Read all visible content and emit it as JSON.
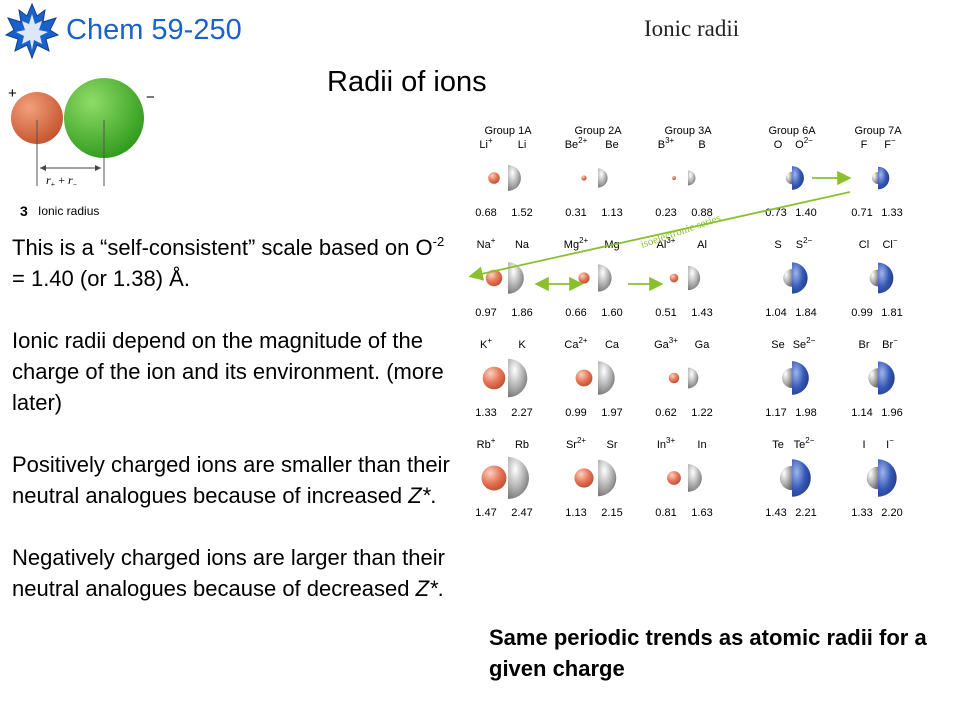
{
  "header": {
    "course": "Chem 59-250",
    "logo_icon": "maple-leaf-icon",
    "brand_color": "#1a62c9"
  },
  "image_title": "Ionic radii",
  "slide_title": "Radii of ions",
  "diagram": {
    "plus": "+",
    "minus": "−",
    "r_plus": "r",
    "r_plus_sub": "+",
    "plus_join": " + ",
    "r_minus": "r",
    "r_minus_sub": "−",
    "figure_number": "3",
    "caption": "Ionic radius",
    "cation_color": "#d5653a",
    "anion_color": "#4aae2e"
  },
  "body": {
    "p1_before": "This is a “self-consistent” scale based on O",
    "p1_sup": "-2",
    "p1_after": " = 1.40 (or 1.38) Å.",
    "p2": "Ionic radii depend on the magnitude of the charge of the ion and its environment. (more later)",
    "p3_before": "Positively charged ions are smaller than their neutral analogues because of increased ",
    "p3_italic": "Z*",
    "p3_after": ".",
    "p4_before": "Negatively charged ions are larger than their neutral analogues because of decreased ",
    "p4_italic": "Z*",
    "p4_after": "."
  },
  "figure": {
    "isoelectronic_label": "isoelectronic series",
    "colors": {
      "cation": "#e06a4c",
      "neutral": "#9a9a9a",
      "anion": "#2e56b2",
      "arrow": "#8ac02e"
    },
    "groups": [
      {
        "label": "Group 1A",
        "cells": [
          {
            "ion": "Li",
            "charge": "+",
            "atom": "Li",
            "ion_r": "0.68",
            "atom_r": "1.52",
            "type": "cation",
            "ion_size": 0.68,
            "atom_size": 1.52
          },
          {
            "ion": "Na",
            "charge": "+",
            "atom": "Na",
            "ion_r": "0.97",
            "atom_r": "1.86",
            "type": "cation",
            "ion_size": 0.97,
            "atom_size": 1.86
          },
          {
            "ion": "K",
            "charge": "+",
            "atom": "K",
            "ion_r": "1.33",
            "atom_r": "2.27",
            "type": "cation",
            "ion_size": 1.33,
            "atom_size": 2.27
          },
          {
            "ion": "Rb",
            "charge": "+",
            "atom": "Rb",
            "ion_r": "1.47",
            "atom_r": "2.47",
            "type": "cation",
            "ion_size": 1.47,
            "atom_size": 2.47
          }
        ]
      },
      {
        "label": "Group 2A",
        "cells": [
          {
            "ion": "Be",
            "charge": "2+",
            "atom": "Be",
            "ion_r": "0.31",
            "atom_r": "1.13",
            "type": "cation",
            "ion_size": 0.31,
            "atom_size": 1.13
          },
          {
            "ion": "Mg",
            "charge": "2+",
            "atom": "Mg",
            "ion_r": "0.66",
            "atom_r": "1.60",
            "type": "cation",
            "ion_size": 0.66,
            "atom_size": 1.6
          },
          {
            "ion": "Ca",
            "charge": "2+",
            "atom": "Ca",
            "ion_r": "0.99",
            "atom_r": "1.97",
            "type": "cation",
            "ion_size": 0.99,
            "atom_size": 1.97
          },
          {
            "ion": "Sr",
            "charge": "2+",
            "atom": "Sr",
            "ion_r": "1.13",
            "atom_r": "2.15",
            "type": "cation",
            "ion_size": 1.13,
            "atom_size": 2.15
          }
        ]
      },
      {
        "label": "Group 3A",
        "cells": [
          {
            "ion": "B",
            "charge": "3+",
            "atom": "B",
            "ion_r": "0.23",
            "atom_r": "0.88",
            "type": "cation",
            "ion_size": 0.23,
            "atom_size": 0.88
          },
          {
            "ion": "Al",
            "charge": "3+",
            "atom": "Al",
            "ion_r": "0.51",
            "atom_r": "1.43",
            "type": "cation",
            "ion_size": 0.51,
            "atom_size": 1.43
          },
          {
            "ion": "Ga",
            "charge": "3+",
            "atom": "Ga",
            "ion_r": "0.62",
            "atom_r": "1.22",
            "type": "cation",
            "ion_size": 0.62,
            "atom_size": 1.22
          },
          {
            "ion": "In",
            "charge": "3+",
            "atom": "In",
            "ion_r": "0.81",
            "atom_r": "1.63",
            "type": "cation",
            "ion_size": 0.81,
            "atom_size": 1.63
          }
        ]
      },
      {
        "label": "Group 6A",
        "cells": [
          {
            "atom": "O",
            "ion": "O",
            "charge": "2−",
            "atom_r": "0.73",
            "ion_r": "1.40",
            "type": "anion",
            "ion_size": 1.4,
            "atom_size": 0.73
          },
          {
            "atom": "S",
            "ion": "S",
            "charge": "2−",
            "atom_r": "1.04",
            "ion_r": "1.84",
            "type": "anion",
            "ion_size": 1.84,
            "atom_size": 1.04
          },
          {
            "atom": "Se",
            "ion": "Se",
            "charge": "2−",
            "atom_r": "1.17",
            "ion_r": "1.98",
            "type": "anion",
            "ion_size": 1.98,
            "atom_size": 1.17
          },
          {
            "atom": "Te",
            "ion": "Te",
            "charge": "2−",
            "atom_r": "1.43",
            "ion_r": "2.21",
            "type": "anion",
            "ion_size": 2.21,
            "atom_size": 1.43
          }
        ]
      },
      {
        "label": "Group 7A",
        "cells": [
          {
            "atom": "F",
            "ion": "F",
            "charge": "−",
            "atom_r": "0.71",
            "ion_r": "1.33",
            "type": "anion",
            "ion_size": 1.33,
            "atom_size": 0.71
          },
          {
            "atom": "Cl",
            "ion": "Cl",
            "charge": "−",
            "atom_r": "0.99",
            "ion_r": "1.81",
            "type": "anion",
            "ion_size": 1.81,
            "atom_size": 0.99
          },
          {
            "atom": "Br",
            "ion": "Br",
            "charge": "−",
            "atom_r": "1.14",
            "ion_r": "1.96",
            "type": "anion",
            "ion_size": 1.96,
            "atom_size": 1.14
          },
          {
            "atom": "I",
            "ion": "I",
            "charge": "−",
            "atom_r": "1.33",
            "ion_r": "2.20",
            "type": "anion",
            "ion_size": 2.2,
            "atom_size": 1.33
          }
        ]
      }
    ]
  },
  "caption": "Same periodic trends as atomic radii for a given charge"
}
